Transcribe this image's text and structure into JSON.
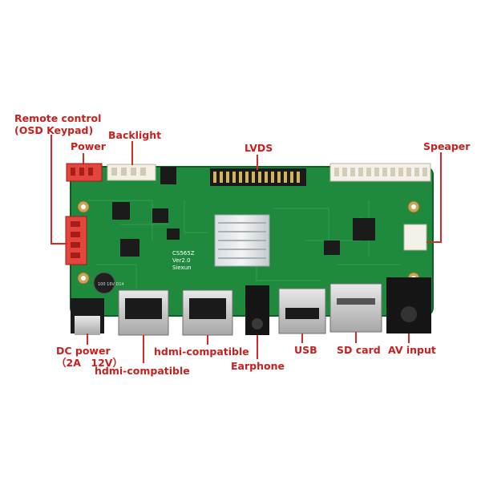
{
  "colors": {
    "label": "#c8201e",
    "leader": "#d42a28",
    "pcb": "#1f8a3e",
    "pcb_edge": "#0f5e27",
    "background": "#ffffff"
  },
  "board": {
    "chip_markings": [
      "CS565Z",
      "Ver2.0",
      "Siexun"
    ],
    "cap_marking": "100 16V D14"
  },
  "labels": {
    "remote_control_line1": "Remote control",
    "remote_control_line2": "(OSD Keypad)",
    "power": "Power",
    "backlight": "Backlight",
    "lvds": "LVDS",
    "speaker": "Speaper",
    "dc_power_line1": "DC power",
    "dc_power_line2": "（2A　12V）",
    "hdmi_left": "hdmi-compatible",
    "hdmi_right": "hdmi-compatible",
    "earphone": "Earphone",
    "usb": "USB",
    "sd_card": "SD card",
    "av_input": "AV input"
  }
}
